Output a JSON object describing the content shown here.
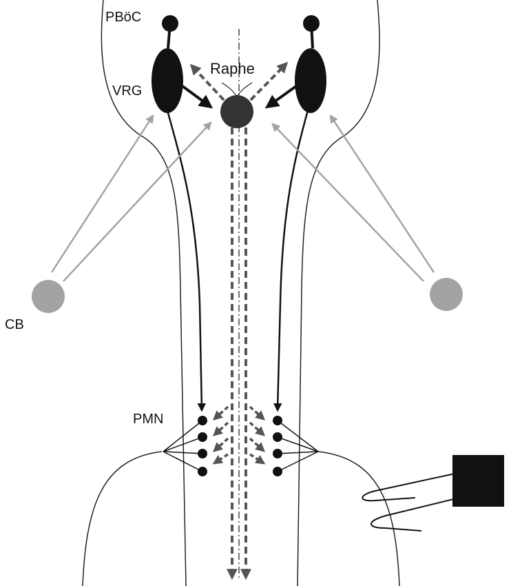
{
  "labels": {
    "pboc": "PBöC",
    "vrg": "VRG",
    "raphe": "Raphe",
    "cb": "CB",
    "pmn": "PMN"
  },
  "colors": {
    "neuron_black": "#111111",
    "raphe_nucleus": "#333333",
    "carotid_body": "#a3a3a3",
    "outline": "#222222",
    "dashed_projection": "#555555",
    "afferent_gray": "#a3a3a3"
  },
  "icons": {
    "electrode": "square-electrode-icon"
  }
}
